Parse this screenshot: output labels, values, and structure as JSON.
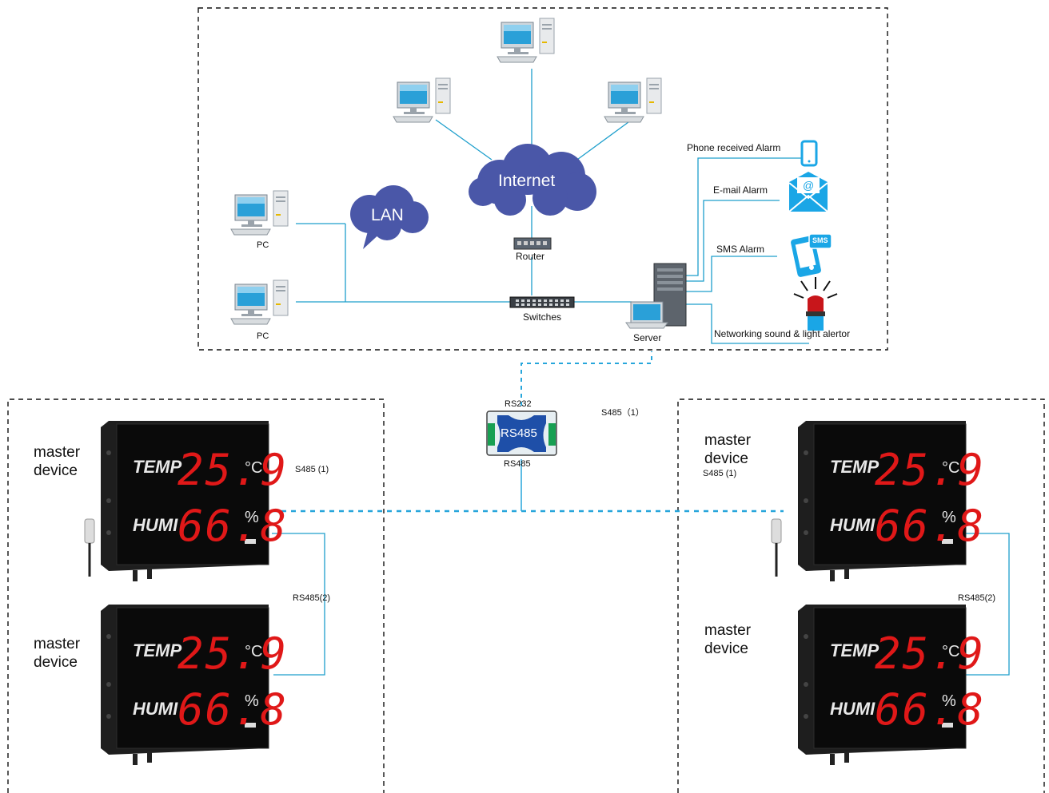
{
  "network": {
    "cloud_internet": "Internet",
    "cloud_lan": "LAN",
    "pc_top": "PC",
    "pc_bottom": "PC",
    "router": "Router",
    "switches": "Switches",
    "server": "Server"
  },
  "alarms": {
    "phone": "Phone received Alarm",
    "email": "E-mail Alarm",
    "sms": "SMS Alarm",
    "sound_light": "Networking sound & light alertor",
    "sms_badge": "SMS",
    "email_symbol": "@"
  },
  "converter": {
    "top": "RS232",
    "body": "RS485",
    "bottom": "RS485"
  },
  "bus_labels": {
    "center_right": "S485（1）",
    "left_group": "S485 (1)",
    "right_group": "S485 (1)",
    "left_rs2": "RS485(2)",
    "right_rs2": "RS485(2)"
  },
  "devices": {
    "label_line1": "master",
    "label_line2": "device",
    "temp_label": "TEMP",
    "humi_label": "HUMI",
    "temp_value": "25.9",
    "humi_value": "66.8",
    "temp_unit": "°C",
    "humi_unit": "%"
  },
  "colors": {
    "line": "#1e9fcc",
    "cloud": "#4a57a8",
    "dashed_blue": "#27a6db",
    "icon_blue": "#1aa6e6"
  }
}
